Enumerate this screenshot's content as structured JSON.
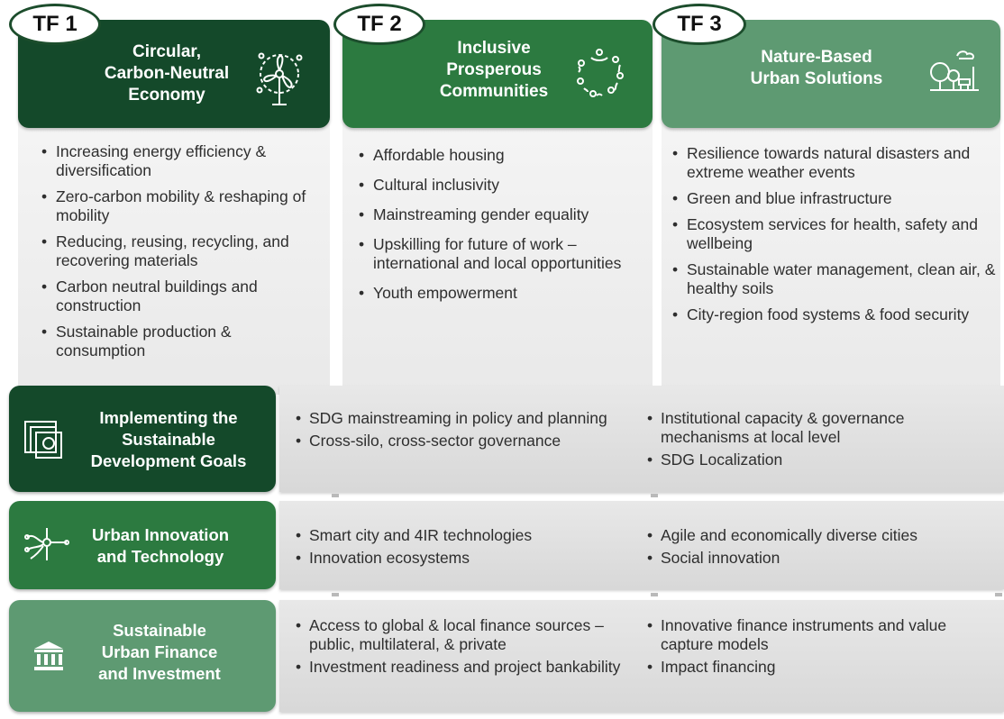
{
  "colors": {
    "tf1": "#14492a",
    "tf2": "#2c7a40",
    "tf3": "#5e9a72",
    "row1": "#14492a",
    "row2": "#2c7a40",
    "row3": "#5e9a72"
  },
  "task_forces": [
    {
      "badge": "TF 1",
      "title": [
        "Circular,",
        "Carbon-Neutral",
        "Economy"
      ],
      "icon": "wind-turbine-icon",
      "items": [
        "Increasing energy efficiency & diversification",
        "Zero-carbon mobility & reshaping of mobility",
        "Reducing, reusing, recycling, and recovering materials",
        "Carbon neutral buildings and construction",
        "Sustainable production & consumption"
      ]
    },
    {
      "badge": "TF 2",
      "title": [
        "Inclusive",
        "Prosperous",
        "Communities"
      ],
      "icon": "community-circle-icon",
      "items": [
        "Affordable housing",
        "Cultural inclusivity",
        "Mainstreaming gender equality",
        "Upskilling for future of work – international and local opportunities",
        "Youth empowerment"
      ]
    },
    {
      "badge": "TF 3",
      "title": [
        "Nature-Based",
        "Urban Solutions"
      ],
      "icon": "park-icon",
      "items": [
        "Resilience towards natural disasters and extreme weather events",
        "Green and blue infrastructure",
        "Ecosystem services for health, safety and wellbeing",
        "Sustainable water management, clean air, & healthy soils",
        "City-region food systems & food security"
      ]
    }
  ],
  "rows": [
    {
      "title": [
        "Implementing the",
        "Sustainable",
        "Development Goals"
      ],
      "icon": "sdg-document-icon",
      "left": [
        "SDG mainstreaming in policy and planning",
        "Cross-silo, cross-sector governance"
      ],
      "right": [
        "Institutional capacity & governance mechanisms at local level",
        "SDG Localization"
      ]
    },
    {
      "title": [
        "Urban Innovation",
        "and Technology"
      ],
      "icon": "circuit-innovation-icon",
      "left": [
        "Smart city and 4IR technologies",
        "Innovation ecosystems"
      ],
      "right": [
        "Agile and economically diverse cities",
        "Social innovation"
      ]
    },
    {
      "title": [
        "Sustainable",
        "Urban Finance",
        "and Investment"
      ],
      "icon": "bank-building-icon",
      "left": [
        "Access to global & local finance sources – public, multilateral, & private",
        "Investment readiness and project bankability"
      ],
      "right": [
        "Innovative finance instruments and value capture models",
        "Impact financing"
      ]
    }
  ]
}
